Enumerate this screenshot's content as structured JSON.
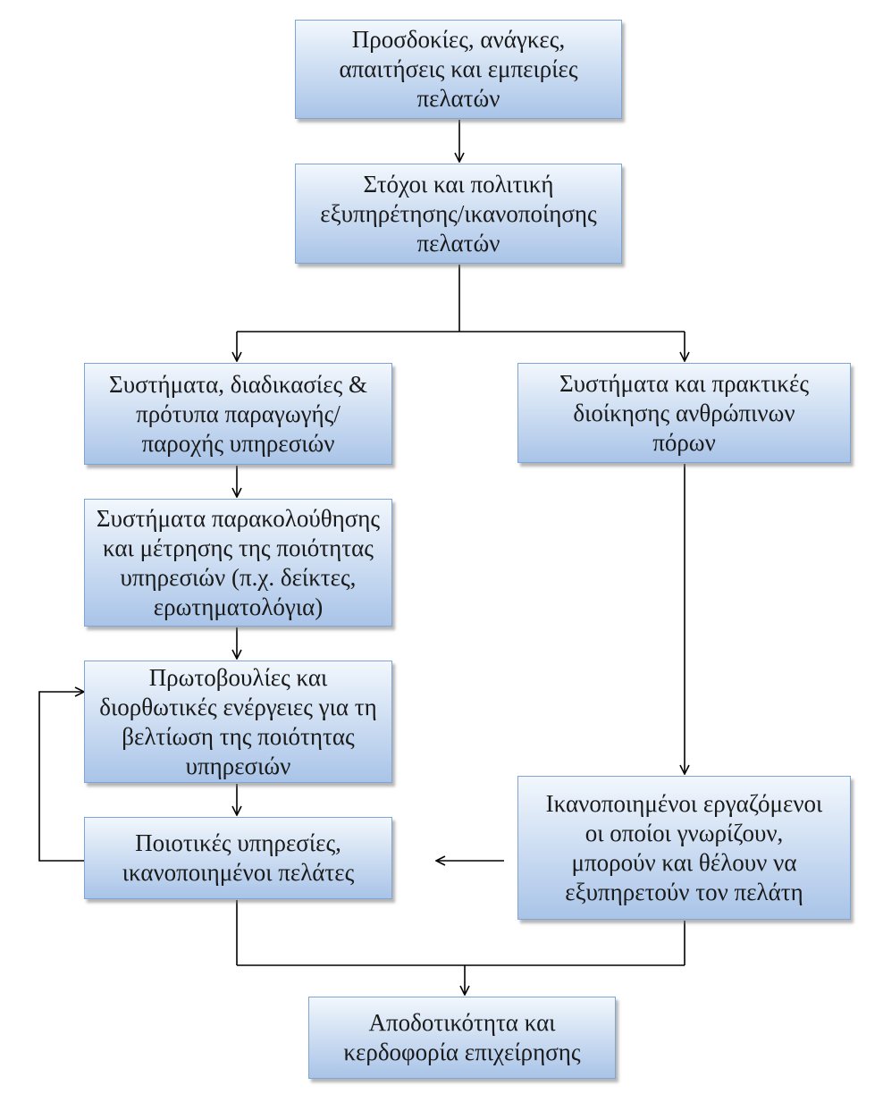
{
  "nodes": {
    "customer_expectations": "Προσδοκίες, ανάγκες,\nαπαιτήσεις και εμπειρίες\nπελατών",
    "service_goals": "Στόχοι και πολιτική\nεξυπηρέτησης/ικανοποίησης\nπελατών",
    "production_systems": "Συστήματα, διαδικασίες &\nπρότυπα παραγωγής/\nπαροχής υπηρεσιών",
    "hr_systems": "Συστήματα και πρακτικές\nδιοίκησης ανθρώπινων\nπόρων",
    "quality_monitoring": "Συστήματα παρακολούθησης\nκαι μέτρησης της ποιότητας\nυπηρεσιών (π.χ. δείκτες,\nερωτηματολόγια)",
    "improvement_initiatives": "Πρωτοβουλίες και\nδιορθωτικές ενέργειες για τη\nβελτίωση της ποιότητας\nυπηρεσιών",
    "quality_services": "Ποιοτικές υπηρεσίες,\nικανοποιημένοι πελάτες",
    "satisfied_employees": "Ικανοποιημένοι εργαζόμενοι\nοι οποίοι γνωρίζουν,\nμπορούν και θέλουν να\nεξυπηρετούν τον πελάτη",
    "profitability": "Αποδοτικότητα και\nκερδοφορία επιχείρησης"
  },
  "colors": {
    "box_border": "#7fa5d4",
    "box_fill_top": "#f2f7fd",
    "box_fill_bottom": "#a9c4e8",
    "connector": "#000000"
  }
}
